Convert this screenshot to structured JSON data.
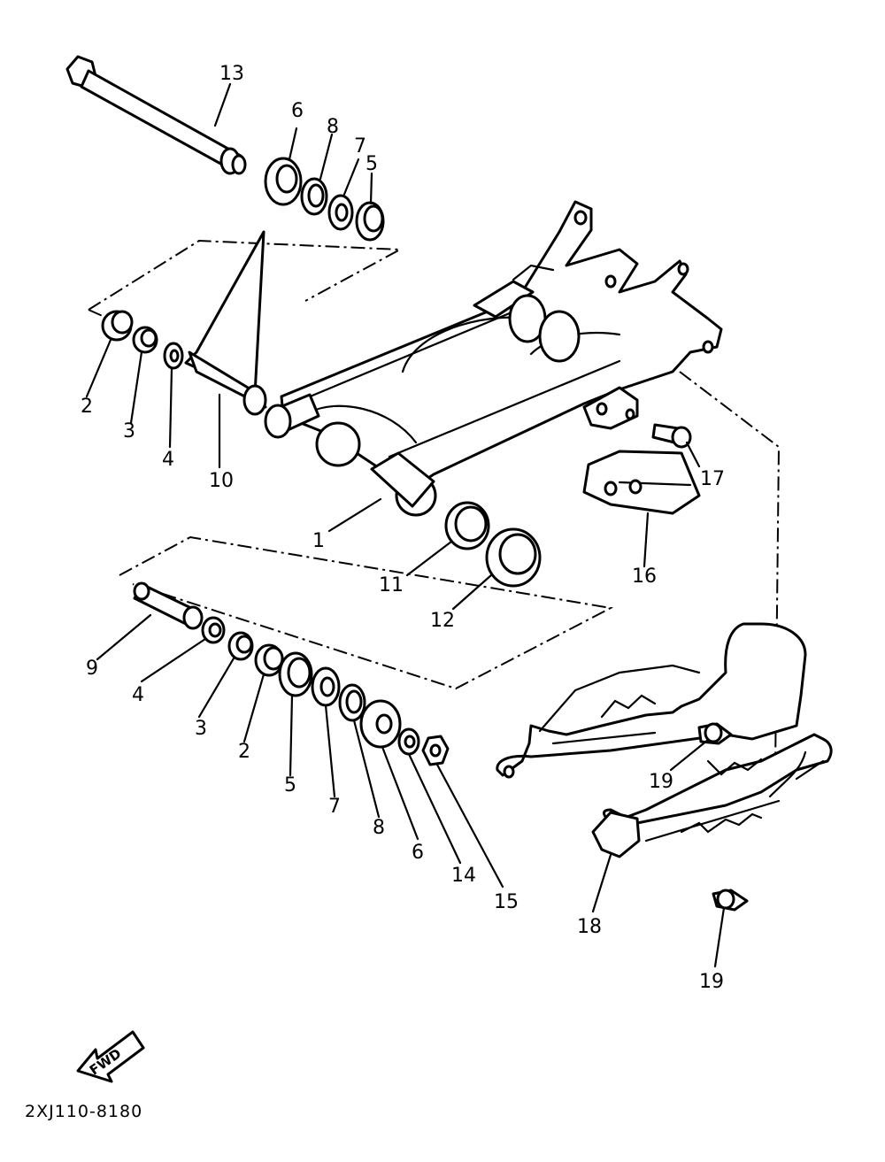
{
  "diagram": {
    "code": "2XJ110-8180",
    "direction_label": "FWD",
    "callouts": [
      "13",
      "6",
      "8",
      "7",
      "5",
      "2",
      "3",
      "4",
      "10",
      "1",
      "11",
      "12",
      "16",
      "17",
      "9",
      "4",
      "3",
      "2",
      "5",
      "7",
      "8",
      "6",
      "14",
      "15",
      "19",
      "18",
      "19"
    ]
  }
}
